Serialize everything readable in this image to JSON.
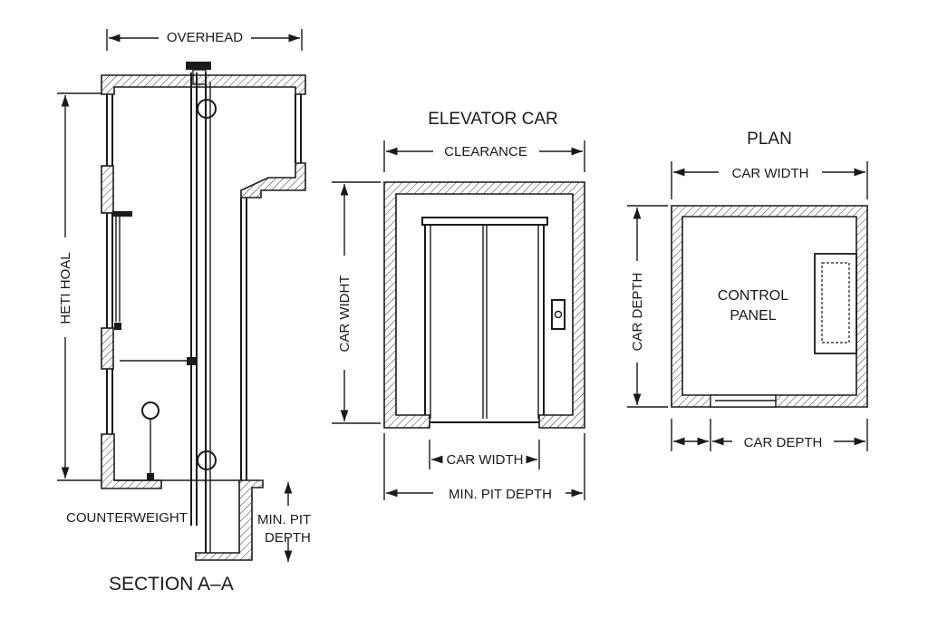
{
  "section": {
    "title": "SECTION A–A",
    "overhead_label": "OVERHEAD",
    "height_label": "HETI HOAL",
    "counterweight_label": "COUNTERWEIGHT",
    "pit_label_line1": "MIN.  PIT",
    "pit_label_line2": "DEPTH"
  },
  "elevator_car": {
    "title": "ELEVATOR CAR",
    "clearance_label": "CLEARANCE",
    "car_width_side_label": "CAR WIDHT",
    "car_width_label": "CAR WIDTH",
    "min_pit_depth_label": "MIN. PIT DEPTH"
  },
  "plan": {
    "title": "PLAN",
    "car_width_label": "CAR WIDTH",
    "car_depth_side_label": "CAR DEPTH",
    "control_panel_line1": "CONTROL",
    "control_panel_line2": "PANEL",
    "car_depth_bottom_label": "CAR DEPTH"
  }
}
